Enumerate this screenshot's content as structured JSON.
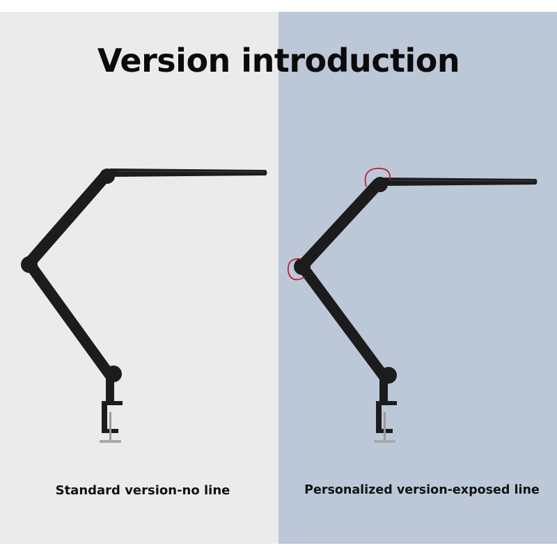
{
  "title": "Version introduction",
  "versions": [
    {
      "caption": "Standard version-no line",
      "exposed_wire": false
    },
    {
      "caption": "Personalized version-exposed line",
      "exposed_wire": true
    }
  ],
  "colors": {
    "left_background": "#ebebeb",
    "right_background": "#bcc8d8",
    "lamp_body": "#1c1c1c",
    "exposed_wire": "#c0202a"
  }
}
